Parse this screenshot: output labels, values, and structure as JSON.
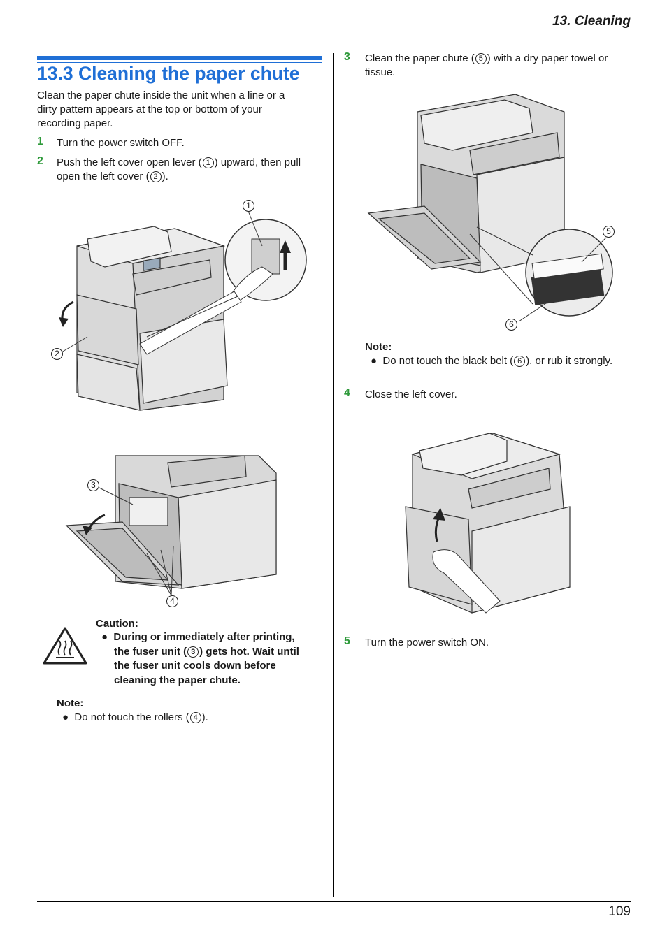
{
  "header": {
    "chapter": "13. Cleaning"
  },
  "footer": {
    "page_number": "109"
  },
  "section": {
    "title": "13.3 Cleaning the paper chute",
    "intro": [
      "Clean the paper chute inside the unit when a line or a",
      "dirty pattern appears at the top or bottom of your",
      "recording paper."
    ]
  },
  "steps": [
    {
      "num": "1",
      "lines": [
        "Turn the power switch OFF."
      ]
    },
    {
      "num": "2",
      "line1_a": "Push the left cover open lever (",
      "ref1": "1",
      "line1_b": ") upward, then pull",
      "line2_a": "open the left cover (",
      "ref2": "2",
      "line2_b": ")."
    },
    {
      "num": "3",
      "line1_a": "Clean the paper chute (",
      "ref1": "5",
      "line1_b": ") with a dry paper towel or",
      "line2": "tissue."
    },
    {
      "num": "4",
      "lines": [
        "Close the left cover."
      ]
    },
    {
      "num": "5",
      "lines": [
        "Turn the power switch ON."
      ]
    }
  ],
  "caution": {
    "label": "Caution:",
    "l1": "During or immediately after printing,",
    "l2_a": "the fuser unit (",
    "ref": "3",
    "l2_b": ") gets hot. Wait until",
    "l3": "the fuser unit cools down before",
    "l4": "cleaning the paper chute."
  },
  "note_left": {
    "label": "Note:",
    "text_a": "Do not touch the rollers (",
    "ref": "4",
    "text_b": ")."
  },
  "note_right": {
    "label": "Note:",
    "text_a": "Do not touch the black belt (",
    "ref": "6",
    "text_b": "), or rub it strongly."
  },
  "callouts": {
    "c1": "1",
    "c2": "2",
    "c3": "3",
    "c4": "4",
    "c5": "5",
    "c6": "6"
  },
  "icons": {
    "caution": "hot-surface-warning-icon"
  }
}
